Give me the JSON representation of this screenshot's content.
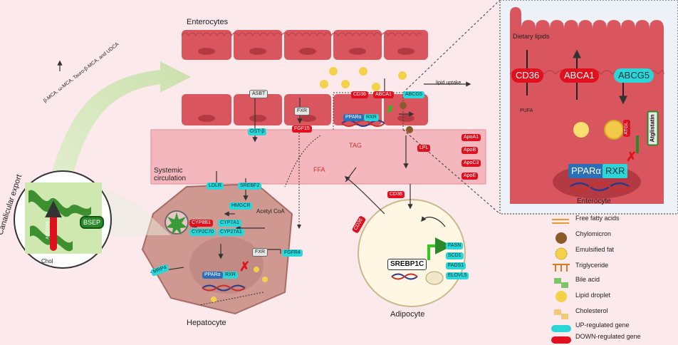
{
  "labels": {
    "enterocytes": "Enterocytes",
    "systemic_circulation": "Systemic\ncirculation",
    "hepatocyte": "Hepatocyte",
    "adipocyte": "Adipocyte",
    "canalicular_export": "Canalicular export",
    "chol": "Chol",
    "bile_acids_text": "β-MCA, ω-MCA, Tauro-β-MCA, and UDCA",
    "acetyl_coa": "Acetyl CoA",
    "tag": "TAG",
    "ffa": "FFA",
    "lipid_uptake": "lipid uptake",
    "dietary_lipids": "Dietary lipids",
    "pufa": "PUFA",
    "enterocyte_inset": "Enterocyte",
    "srebp1c": "SREBP1C"
  },
  "genes": {
    "asbt": "ASBT",
    "ost_b": "OST-β",
    "fxr_int": "FXR",
    "fgf15": "FGF15",
    "cd36_int": "CD36",
    "abca1_int": "ABCA1",
    "abcg5_int": "ABCG5",
    "ppara": "PPARα",
    "rxr": "RXR",
    "apoa1": "ApoA1",
    "apob": "ApoB",
    "apoc3": "ApoC3",
    "apoe": "ApoE",
    "lpl": "LPL",
    "cd36_circ": "CD36",
    "cd36_adipo": "CD36",
    "ldlr": "LDLR",
    "srebf2": "SREBF2",
    "hmgcr": "HMGCR",
    "cyp8b1": "CYP8B1",
    "cyp2c70": "CYP2C70",
    "cyp7a1": "CYP7A1",
    "cyp27a1": "CYP27A1",
    "fxr_hep": "FXR",
    "fgfr4": "FGFR4",
    "mrp4": "MRP4",
    "bsep": "BSEP",
    "abcg58": "ABCG5/8",
    "fasn": "FASN",
    "scd1": "SCD1",
    "fads1": "FADS1",
    "elovl5": "ELOVL5",
    "cd36_big": "CD36",
    "abca1_big": "ABCA1",
    "abcg5_big": "ABCG5",
    "atgl": "ATGL",
    "atglistatin": "Atglistatin"
  },
  "legend": [
    {
      "label": "Free fatty acids",
      "icon": "fatty-acid-icon"
    },
    {
      "label": "Chylomicron",
      "icon": "chylomicron-icon"
    },
    {
      "label": "Emulsified fat",
      "icon": "emulsified-fat-icon"
    },
    {
      "label": "Triglyceride",
      "icon": "triglyceride-icon"
    },
    {
      "label": "Bile acid",
      "icon": "bile-acid-icon"
    },
    {
      "label": "Lipid droplet",
      "icon": "lipid-droplet-icon"
    },
    {
      "label": "Cholesterol",
      "icon": "cholesterol-icon"
    },
    {
      "label": "UP-regulated gene",
      "icon": "up-regulated-swatch",
      "color": "#2ad6d8"
    },
    {
      "label": "DOWN-regulated gene",
      "icon": "down-regulated-swatch",
      "color": "#e0101e"
    }
  ],
  "colors": {
    "up": "#2ad6d8",
    "down": "#e0101e",
    "cell_fill": "#d9565e",
    "circulation": "#f3b7bd",
    "inset_bg": "#edf2f8"
  }
}
